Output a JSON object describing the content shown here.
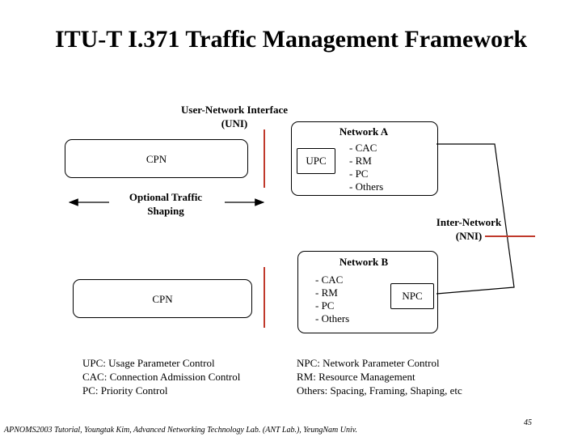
{
  "slide": {
    "title": "ITU-T I.371 Traffic Management Framework",
    "page_number": "45",
    "footer": "APNOMS2003 Tutorial, Young­tak Kim, Advanced Networking Technology Lab. (ANT Lab.), YeungNam Univ."
  },
  "diagram": {
    "uni_label": "User-Network Interface",
    "uni_abbr": "(UNI)",
    "cpn_top": "CPN",
    "cpn_bottom": "CPN",
    "optional_shaping_line1": "Optional Traffic",
    "optional_shaping_line2": "Shaping",
    "network_a": {
      "title": "Network A",
      "upc_label": "UPC",
      "functions": [
        "- CAC",
        "- RM",
        "- PC",
        "- Others"
      ]
    },
    "nni_label": "Inter-Network",
    "nni_abbr": "(NNI)",
    "network_b": {
      "title": "Network B",
      "npc_label": "NPC",
      "functions": [
        "- CAC",
        "- RM",
        "- PC",
        "- Others"
      ]
    }
  },
  "legend_left": [
    "UPC: Usage Parameter Control",
    "CAC: Connection Admission Control",
    "PC: Priority Control"
  ],
  "legend_right": [
    "NPC: Network Parameter Control",
    "RM: Resource Management",
    "Others: Spacing, Framing, Shaping, etc"
  ],
  "colors": {
    "interface_marker": "#c0392b",
    "ink": "#000000"
  }
}
